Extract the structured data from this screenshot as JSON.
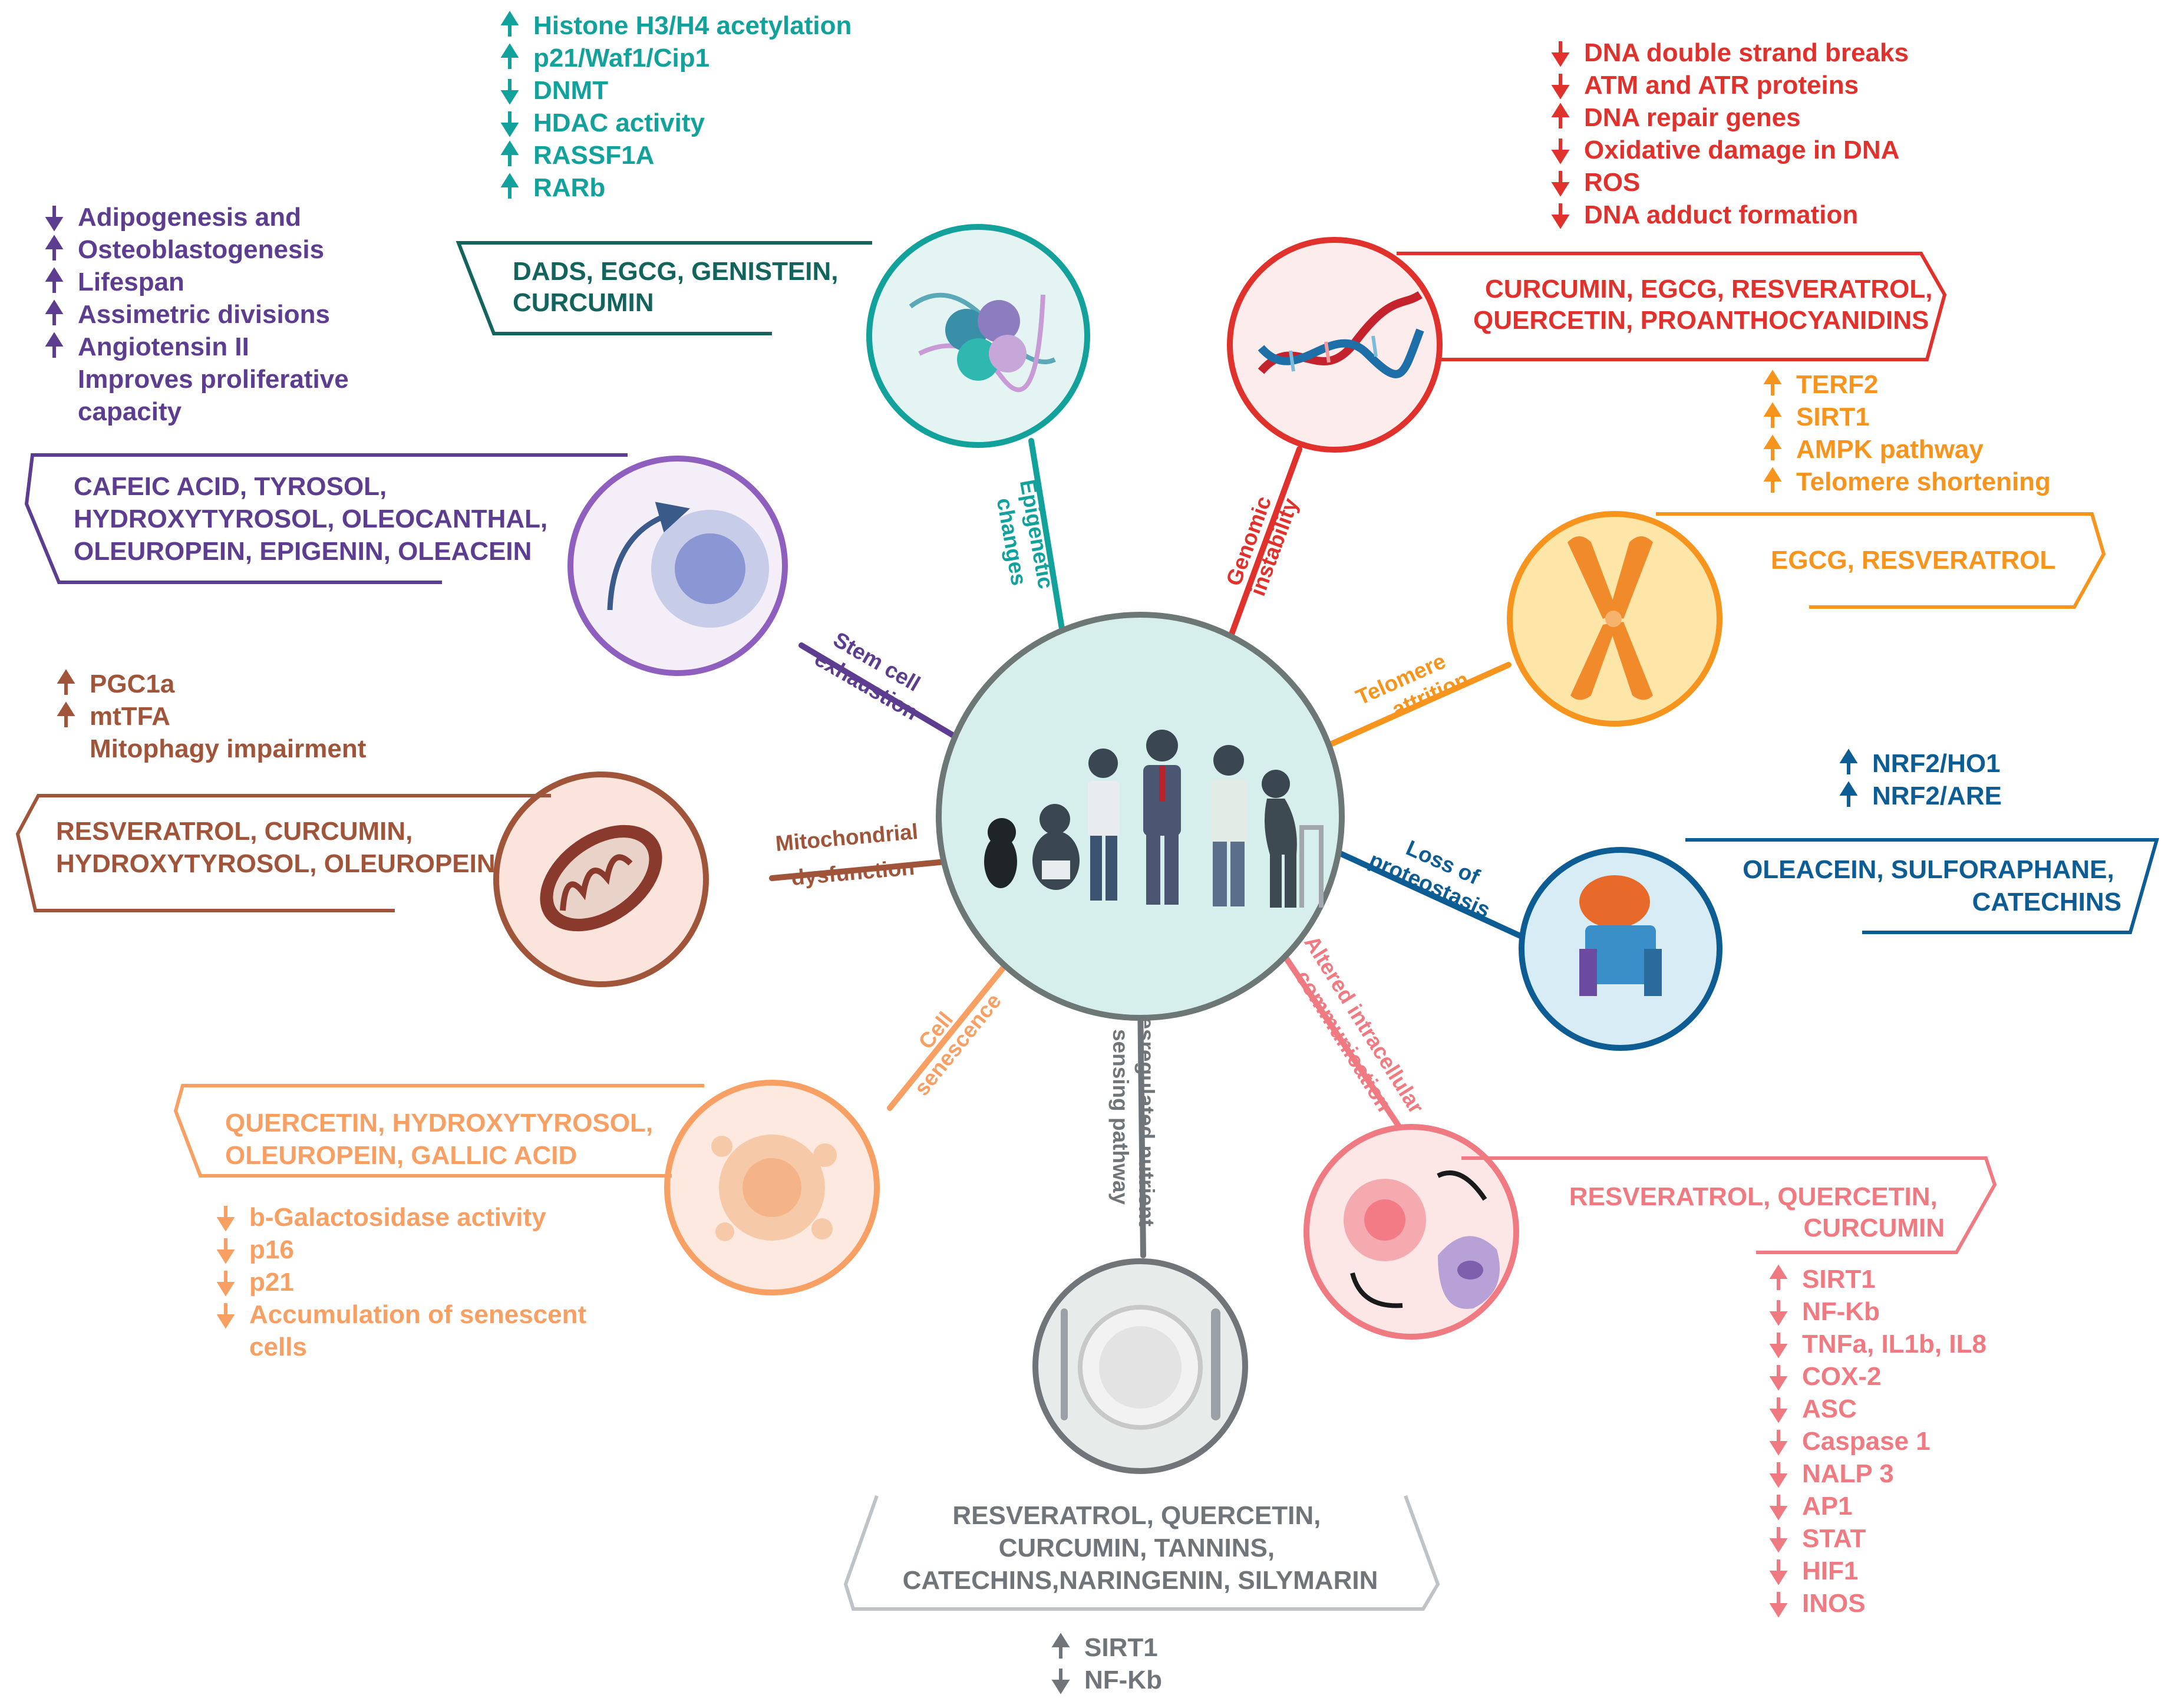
{
  "colors": {
    "epigenetic": "#12a19b",
    "genomic": "#e0312c",
    "telomere": "#f7941d",
    "proteostasis": "#0d5c94",
    "altered": "#f07a82",
    "nutrient": "#707579",
    "senescence": "#f8a064",
    "mito": "#a0553a",
    "stem": "#5c3d8f",
    "center_fill": "#d6efed",
    "center_stroke": "#6d7876"
  },
  "hallmarks": {
    "epigenetic": [
      "Epigenetic",
      "changes"
    ],
    "genomic": [
      "Genomic",
      "instability"
    ],
    "telomere": [
      "Telomere",
      "attrition"
    ],
    "proteostasis": [
      "Loss of",
      "proteostasis"
    ],
    "altered": [
      "Altered intracellular",
      "communication"
    ],
    "nutrient": [
      "Desregulated nutrient",
      "sensing pathway"
    ],
    "senescence": [
      "Cell",
      "senescence"
    ],
    "mito": [
      "Mitochondrial",
      "dysfunction"
    ],
    "stem": [
      "Stem cell",
      "exhaustion"
    ]
  },
  "compounds": {
    "epigenetic": [
      "DADS, EGCG, GENISTEIN,",
      "CURCUMIN"
    ],
    "genomic": [
      "CURCUMIN, EGCG,  RESVERATROL,",
      "QUERCETIN, PROANTHOCYANIDINS"
    ],
    "telomere": [
      "EGCG, RESVERATROL"
    ],
    "proteostasis": [
      "OLEACEIN, SULFORAPHANE,",
      "CATECHINS"
    ],
    "altered": [
      "RESVERATROL, QUERCETIN,",
      "CURCUMIN"
    ],
    "nutrient": [
      "RESVERATROL, QUERCETIN,",
      "CURCUMIN, TANNINS,",
      "CATECHINS,NARINGENIN, SILYMARIN"
    ],
    "senescence": [
      "QUERCETIN, HYDROXYTYROSOL,",
      "OLEUROPEIN, GALLIC ACID"
    ],
    "mito": [
      "RESVERATROL, CURCUMIN,",
      "HYDROXYTYROSOL, OLEUROPEIN"
    ],
    "stem": [
      "CAFEIC ACID, TYROSOL,",
      "HYDROXYTYROSOL, OLEOCANTHAL,",
      "OLEUROPEIN, EPIGENIN, OLEACEIN"
    ]
  },
  "effects": {
    "epigenetic": [
      {
        "dir": "up",
        "text": "Histone H3/H4 acetylation"
      },
      {
        "dir": "up",
        "text": "p21/Waf1/Cip1"
      },
      {
        "dir": "down",
        "text": "DNMT"
      },
      {
        "dir": "down",
        "text": "HDAC activity"
      },
      {
        "dir": "up",
        "text": "RASSF1A"
      },
      {
        "dir": "up",
        "text": "RARb"
      }
    ],
    "genomic": [
      {
        "dir": "down",
        "text": "DNA double strand breaks"
      },
      {
        "dir": "down",
        "text": "ATM and ATR proteins"
      },
      {
        "dir": "up",
        "text": "DNA repair genes"
      },
      {
        "dir": "down",
        "text": "Oxidative damage in DNA"
      },
      {
        "dir": "down",
        "text": "ROS"
      },
      {
        "dir": "down",
        "text": "DNA adduct formation"
      }
    ],
    "telomere": [
      {
        "dir": "up",
        "text": "TERF2"
      },
      {
        "dir": "up",
        "text": "SIRT1"
      },
      {
        "dir": "up",
        "text": "AMPK pathway"
      },
      {
        "dir": "up",
        "text": "Telomere shortening"
      }
    ],
    "proteostasis": [
      {
        "dir": "up",
        "text": "NRF2/HO1"
      },
      {
        "dir": "up",
        "text": "NRF2/ARE"
      }
    ],
    "altered": [
      {
        "dir": "up",
        "text": "SIRT1"
      },
      {
        "dir": "down",
        "text": "NF-Kb"
      },
      {
        "dir": "down",
        "text": "TNFa, IL1b, IL8"
      },
      {
        "dir": "down",
        "text": "COX-2"
      },
      {
        "dir": "down",
        "text": "ASC"
      },
      {
        "dir": "down",
        "text": "Caspase 1"
      },
      {
        "dir": "down",
        "text": "NALP 3"
      },
      {
        "dir": "down",
        "text": "AP1"
      },
      {
        "dir": "down",
        "text": "STAT"
      },
      {
        "dir": "down",
        "text": "HIF1"
      },
      {
        "dir": "down",
        "text": "INOS"
      }
    ],
    "nutrient": [
      {
        "dir": "up",
        "text": "SIRT1"
      },
      {
        "dir": "down",
        "text": "NF-Kb"
      }
    ],
    "senescence": [
      {
        "dir": "down",
        "text": "b-Galactosidase activity"
      },
      {
        "dir": "down",
        "text": "p16"
      },
      {
        "dir": "down",
        "text": "p21"
      },
      {
        "dir": "down",
        "text": "Accumulation of senescent"
      },
      {
        "dir": "none",
        "text": "cells"
      }
    ],
    "mito": [
      {
        "dir": "up",
        "text": "PGC1a"
      },
      {
        "dir": "up",
        "text": "mtTFA"
      },
      {
        "dir": "none",
        "text": "Mitophagy impairment"
      }
    ],
    "stem": [
      {
        "dir": "down",
        "text": "Adipogenesis and"
      },
      {
        "dir": "up",
        "text": "Osteoblastogenesis"
      },
      {
        "dir": "up",
        "text": "Lifespan"
      },
      {
        "dir": "up",
        "text": "Assimetric divisions"
      },
      {
        "dir": "up",
        "text": "Angiotensin II"
      },
      {
        "dir": "none",
        "text": "Improves proliferative"
      },
      {
        "dir": "none",
        "text": "capacity"
      }
    ]
  }
}
